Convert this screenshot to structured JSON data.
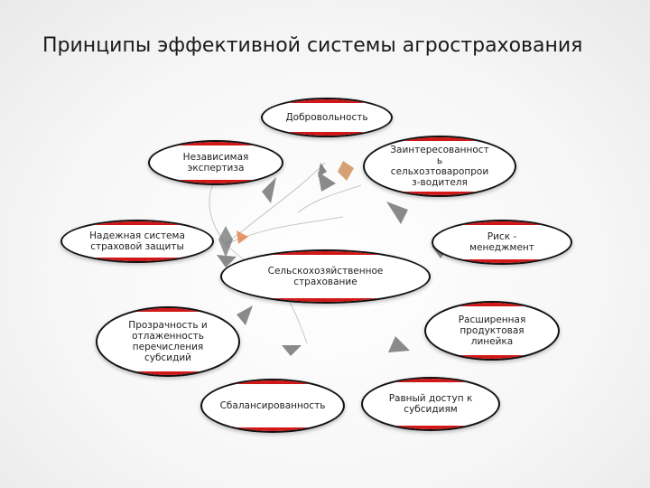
{
  "slide": {
    "title": "Принципы эффективной системы агрострахования"
  },
  "diagram": {
    "center": "Сельскохозяйственное\nстрахование",
    "nodes": {
      "voluntary": "Добровольность",
      "independent_expertise": "Независимая\nэкспертиза",
      "producer_interest": "Заинтересованност\nь\nсельхозтоваропрои\nз-водителя",
      "reliable_system": "Надежная система\nстраховой защиты",
      "risk_management": "Риск -\nменеджмент",
      "transparency": "Прозрачность и\nотлаженность\nперечисления\nсубсидий",
      "product_line": "Расширенная\nпродуктовая\nлинейка",
      "balance": "Сбалансированность",
      "equal_access": "Равный доступ к\nсубсидиям"
    }
  },
  "colors": {
    "node_border": "#111111",
    "node_accent": "#d01818",
    "arrow_fill": "#8a8a8a"
  }
}
